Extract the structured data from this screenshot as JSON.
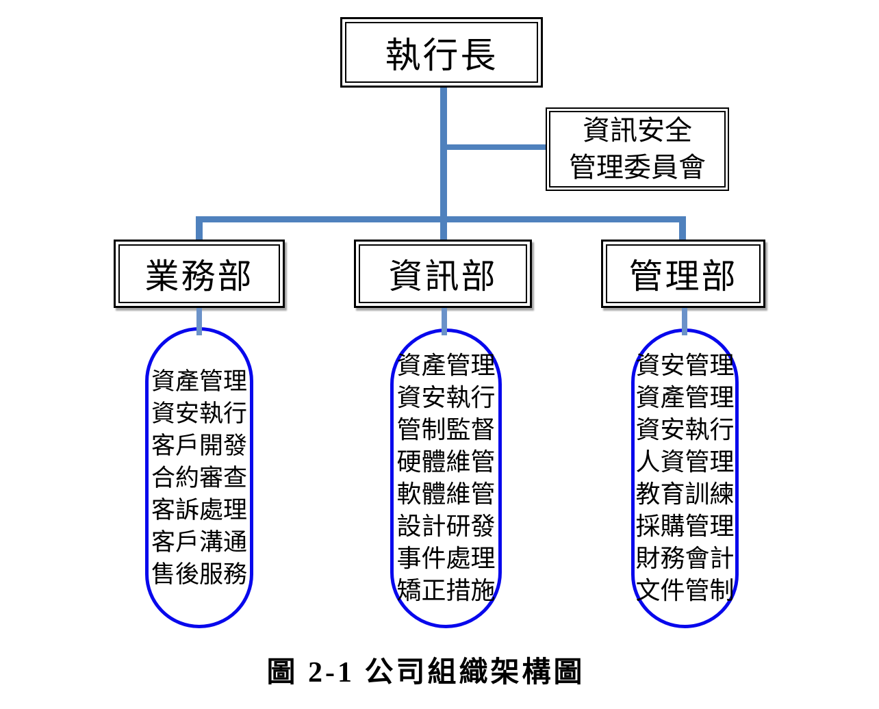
{
  "page": {
    "figure_caption": "圖 2-1  公司組織架構圖"
  },
  "colors": {
    "connector": "#4f81bd",
    "connector_light": "#6b92c9",
    "stadium_border": "#0808ec",
    "box_border": "#000000"
  },
  "org_chart": {
    "root": {
      "label": "執行長"
    },
    "committee": {
      "label_lines": [
        "資訊安全",
        "管理委員會"
      ]
    },
    "departments": [
      {
        "label": "業務部",
        "functions": [
          "資產管理",
          "資安執行",
          "客戶開發",
          "合約審查",
          "客訴處理",
          "客戶溝通",
          "售後服務"
        ]
      },
      {
        "label": "資訊部",
        "functions": [
          "資產管理",
          "資安執行",
          "管制監督",
          "硬體維管",
          "軟體維管",
          "設計研發",
          "事件處理",
          "矯正措施"
        ]
      },
      {
        "label": "管理部",
        "functions": [
          "資安管理",
          "資產管理",
          "資安執行",
          "人資管理",
          "教育訓練",
          "採購管理",
          "財務會計",
          "文件管制"
        ]
      }
    ]
  }
}
